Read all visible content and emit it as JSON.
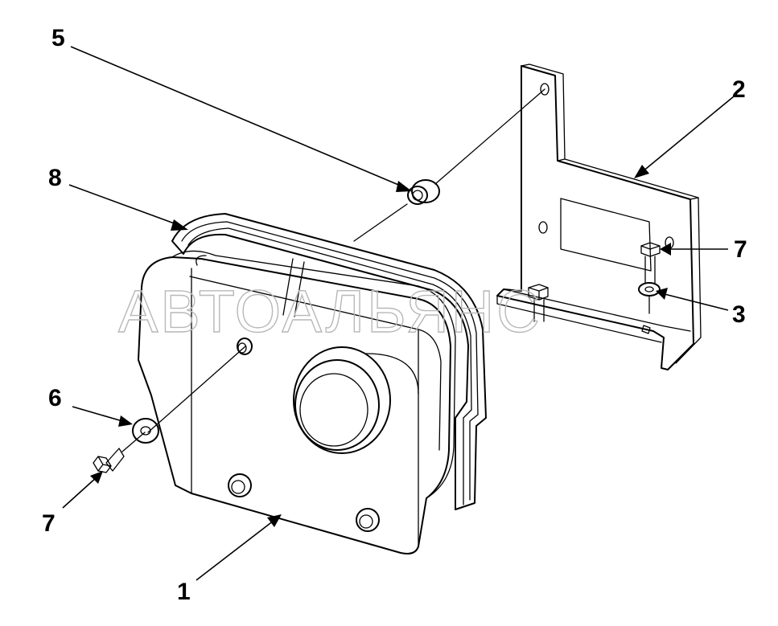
{
  "watermark": "АВТОАЛЬЯНС",
  "callouts": {
    "part_1": "1",
    "part_2": "2",
    "part_3": "3",
    "part_5": "5",
    "part_6": "6",
    "part_7_left": "7",
    "part_7_right": "7",
    "part_8": "8"
  }
}
